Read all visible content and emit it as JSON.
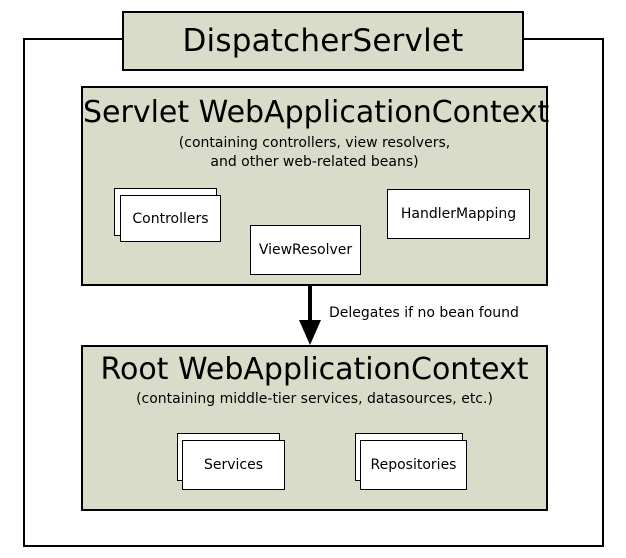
{
  "colors": {
    "context_fill": "#d8dcc8",
    "border": "#000000",
    "bean_fill": "#ffffff"
  },
  "dispatcher": {
    "title": "DispatcherServlet"
  },
  "servlet_context": {
    "title": "Servlet WebApplicationContext",
    "subtitle": "(containing controllers, view resolvers,\nand other web-related beans)",
    "beans": {
      "controllers": "Controllers",
      "handler_mapping": "HandlerMapping",
      "view_resolver": "ViewResolver"
    }
  },
  "arrow": {
    "label": "Delegates if no bean found"
  },
  "root_context": {
    "title": "Root WebApplicationContext",
    "subtitle": "(containing middle-tier services, datasources, etc.)",
    "beans": {
      "services": "Services",
      "repositories": "Repositories"
    }
  }
}
